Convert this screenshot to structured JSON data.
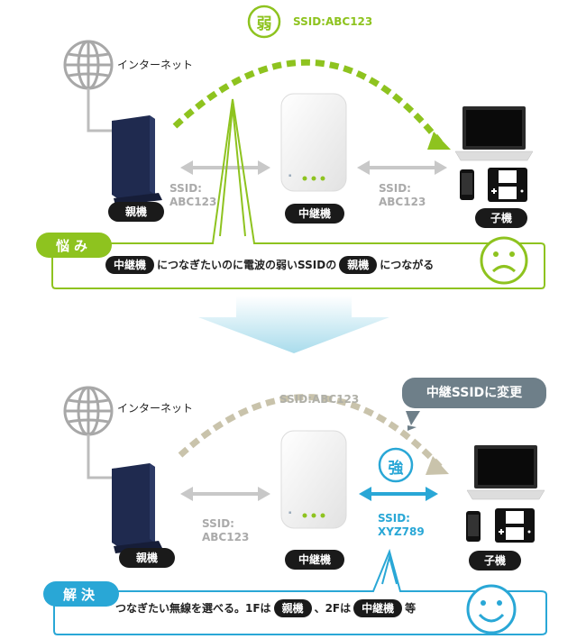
{
  "top": {
    "weak_badge": "弱",
    "ssid_top": "SSID:ABC123",
    "internet_label": "インターネット",
    "ssid_left_line1": "SSID:",
    "ssid_left_line2": "ABC123",
    "ssid_right_line1": "SSID:",
    "ssid_right_line2": "ABC123",
    "parent_label": "親機",
    "repeater_label": "中継機",
    "child_label": "子機",
    "problem_tag": "悩み",
    "problem_pill1": "中継機",
    "problem_text1": "につなぎたいのに電波の弱いSSIDの",
    "problem_pill2": "親機",
    "problem_text2": "につながる"
  },
  "bottom": {
    "internet_label": "インターネット",
    "ssid_top": "SSID:ABC123",
    "change_label": "中継SSIDに変更",
    "strong_badge": "強",
    "ssid_left_line1": "SSID:",
    "ssid_left_line2": "ABC123",
    "ssid_blue_line1": "SSID:",
    "ssid_blue_line2": "XYZ789",
    "parent_label": "親機",
    "repeater_label": "中継機",
    "child_label": "子機",
    "solution_tag": "解決",
    "solution_text1": "つなぎたい無線を選べる。1Fは",
    "solution_pill1": "親機",
    "solution_text2": "、2Fは",
    "solution_pill2": "中継機",
    "solution_text3": "等"
  },
  "colors": {
    "green": "#8ec31f",
    "blue": "#29a7d6",
    "tan": "#c9c3ab",
    "gray_arrow": "#c8c8c8",
    "router_navy": "#1f2a4f"
  }
}
